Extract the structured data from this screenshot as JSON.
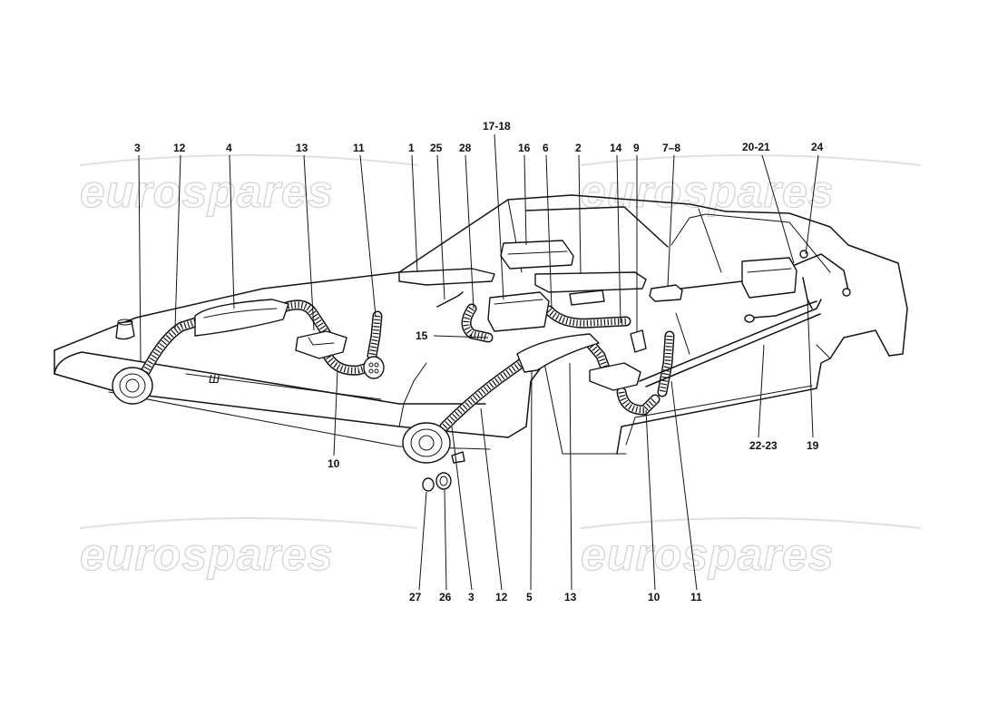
{
  "watermark": {
    "text": "eurospares"
  },
  "callouts": {
    "c_17_18": "17-18",
    "c_3_top": "3",
    "c_12_top": "12",
    "c_4": "4",
    "c_13_top": "13",
    "c_11_top": "11",
    "c_1": "1",
    "c_25": "25",
    "c_28": "28",
    "c_16": "16",
    "c_6": "6",
    "c_2": "2",
    "c_14": "14",
    "c_9": "9",
    "c_7_8": "7–8",
    "c_20_21": "20-21",
    "c_24": "24",
    "c_15": "15",
    "c_10_left": "10",
    "c_22_23": "22-23",
    "c_19": "19",
    "c_27": "27",
    "c_26": "26",
    "c_3_bottom": "3",
    "c_12_bottom": "12",
    "c_5": "5",
    "c_13_bottom": "13",
    "c_10_bottom": "10",
    "c_11_bottom": "11"
  }
}
